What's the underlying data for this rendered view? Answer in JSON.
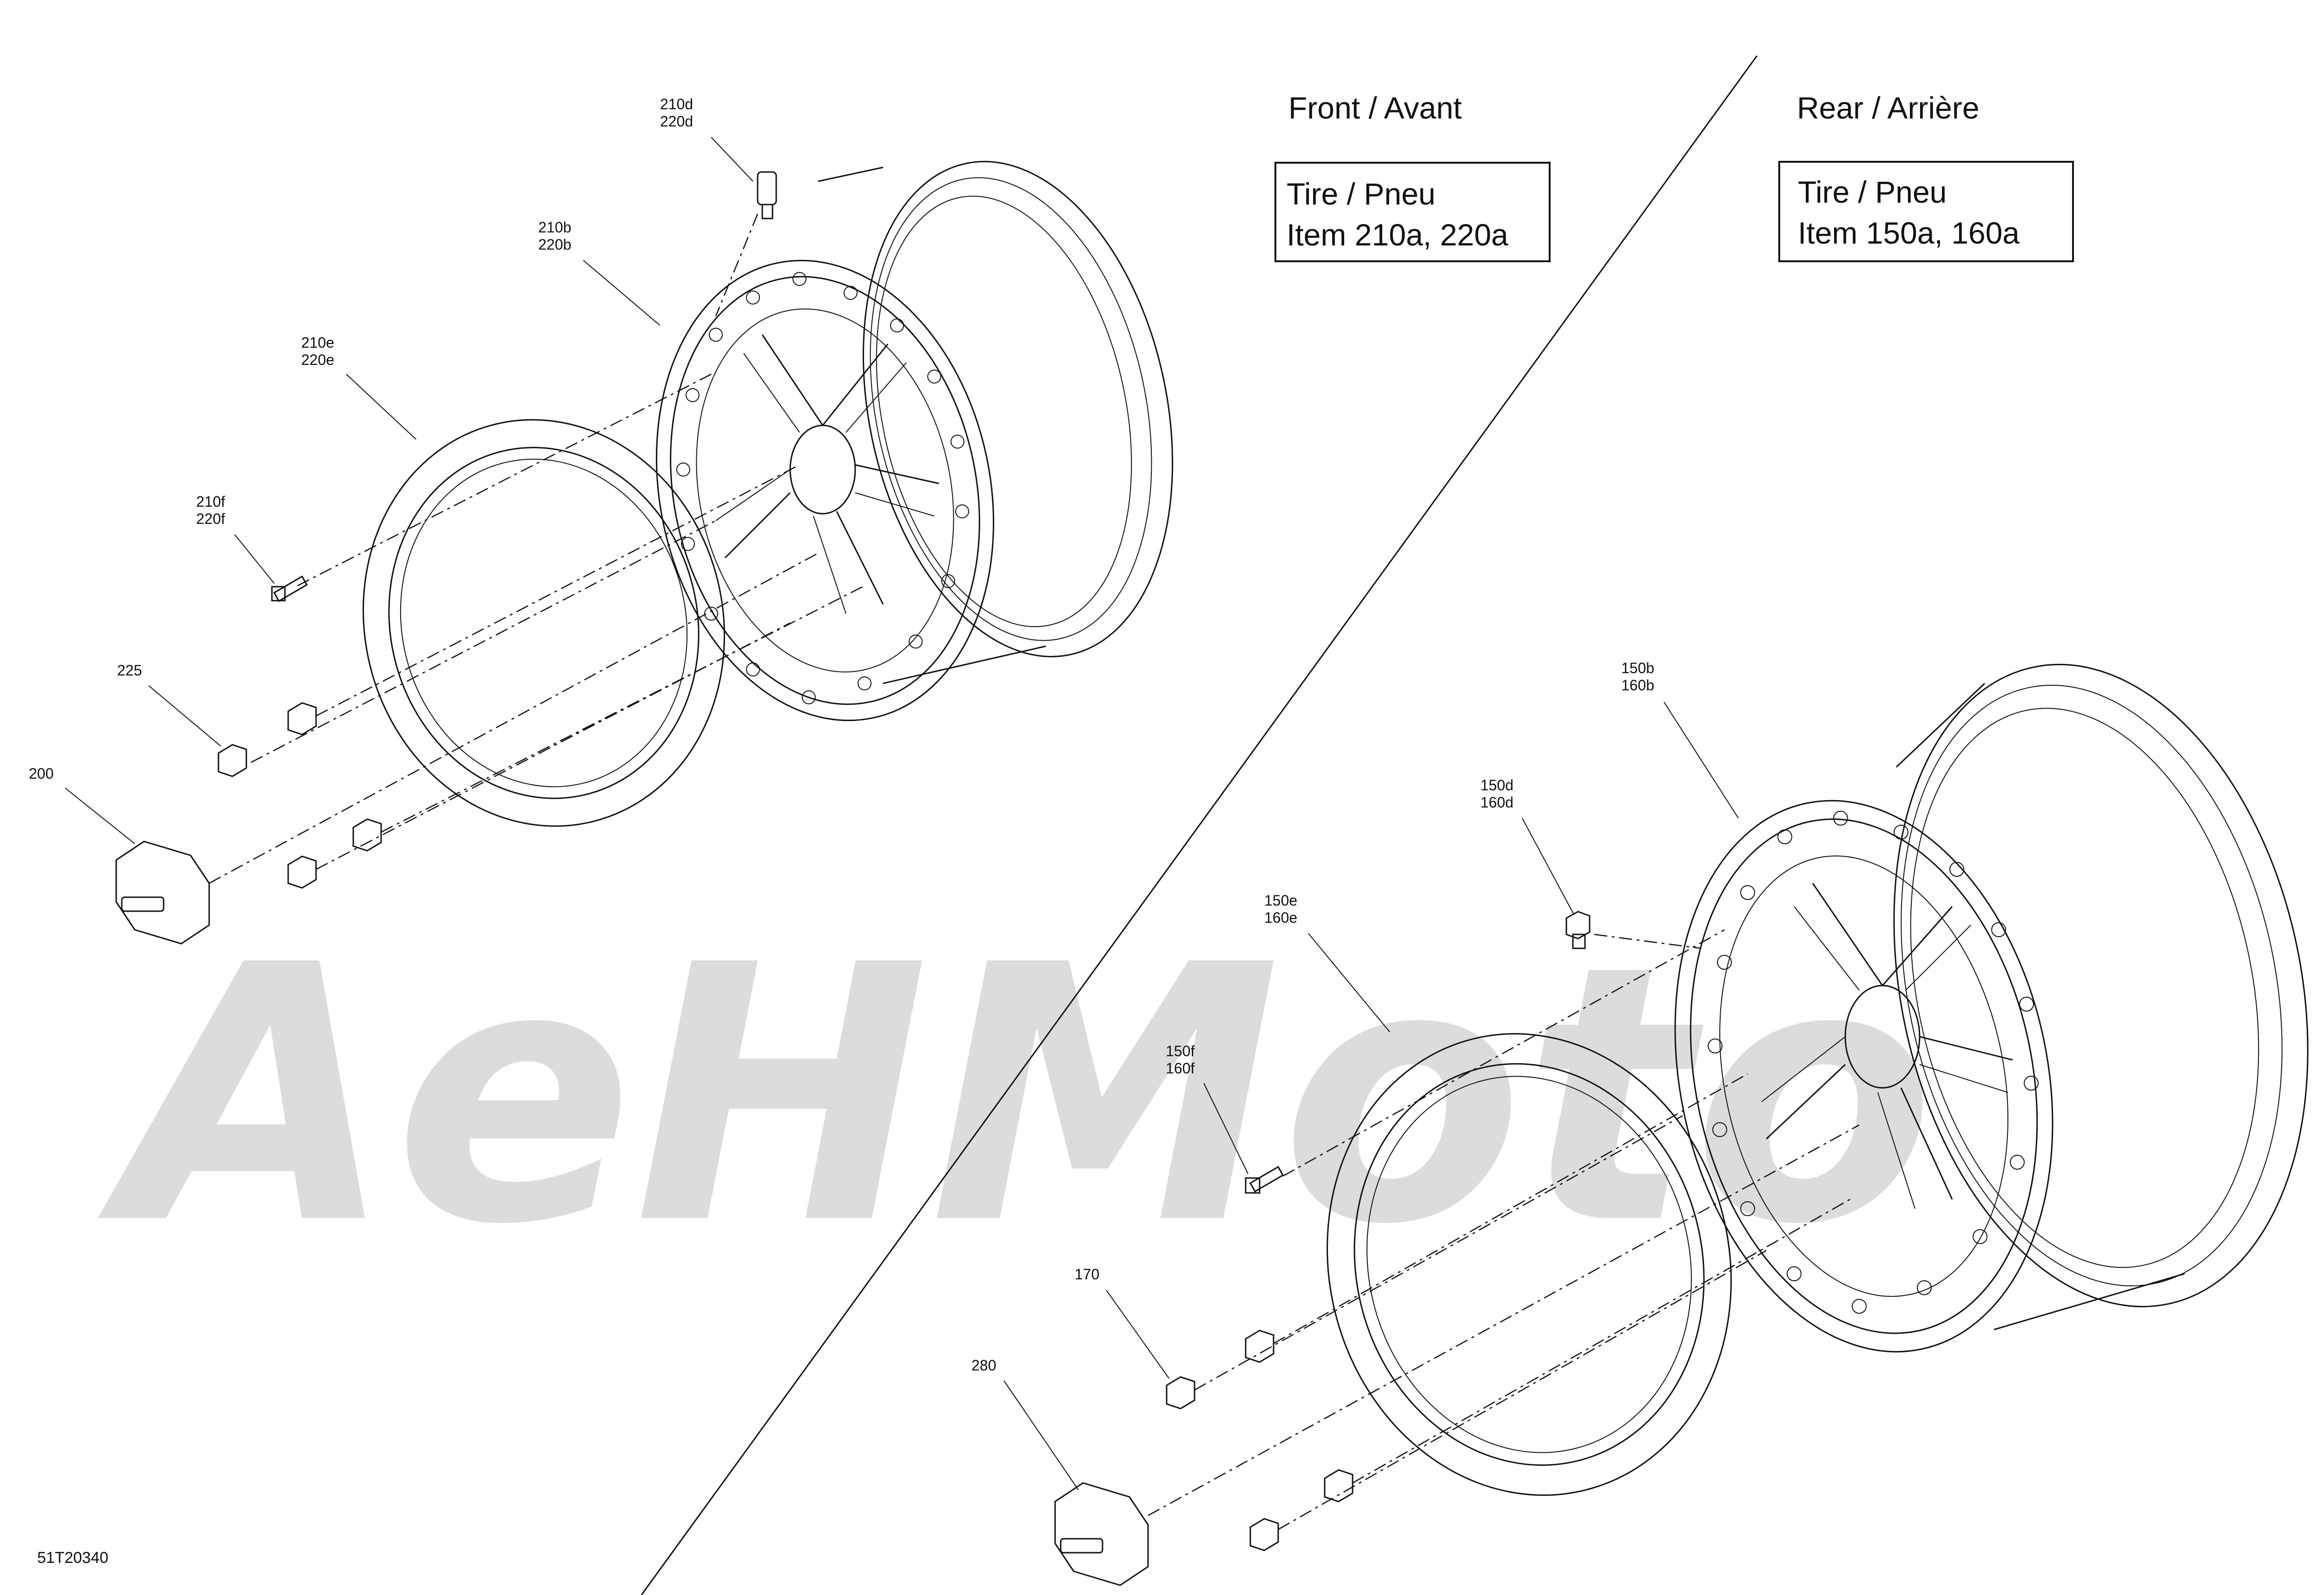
{
  "headers": {
    "front": "Front / Avant",
    "rear": "Rear / Arrière"
  },
  "info_boxes": {
    "front": {
      "line1": "Tire / Pneu",
      "line2": "Item 210a, 220a"
    },
    "rear": {
      "line1": "Tire / Pneu",
      "line2": "Item 150a, 160a"
    }
  },
  "callouts": {
    "c210d": [
      "210d",
      "220d"
    ],
    "c210b": [
      "210b",
      "220b"
    ],
    "c210e": [
      "210e",
      "220e"
    ],
    "c210f": [
      "210f",
      "220f"
    ],
    "c225": [
      "225"
    ],
    "c200": [
      "200"
    ],
    "c150b": [
      "150b",
      "160b"
    ],
    "c150d": [
      "150d",
      "160d"
    ],
    "c150e": [
      "150e",
      "160e"
    ],
    "c150f": [
      "150f",
      "160f"
    ],
    "c170": [
      "170"
    ],
    "c280": [
      "280"
    ]
  },
  "diagram_id": "51T20340",
  "watermark": "AeHMoto"
}
